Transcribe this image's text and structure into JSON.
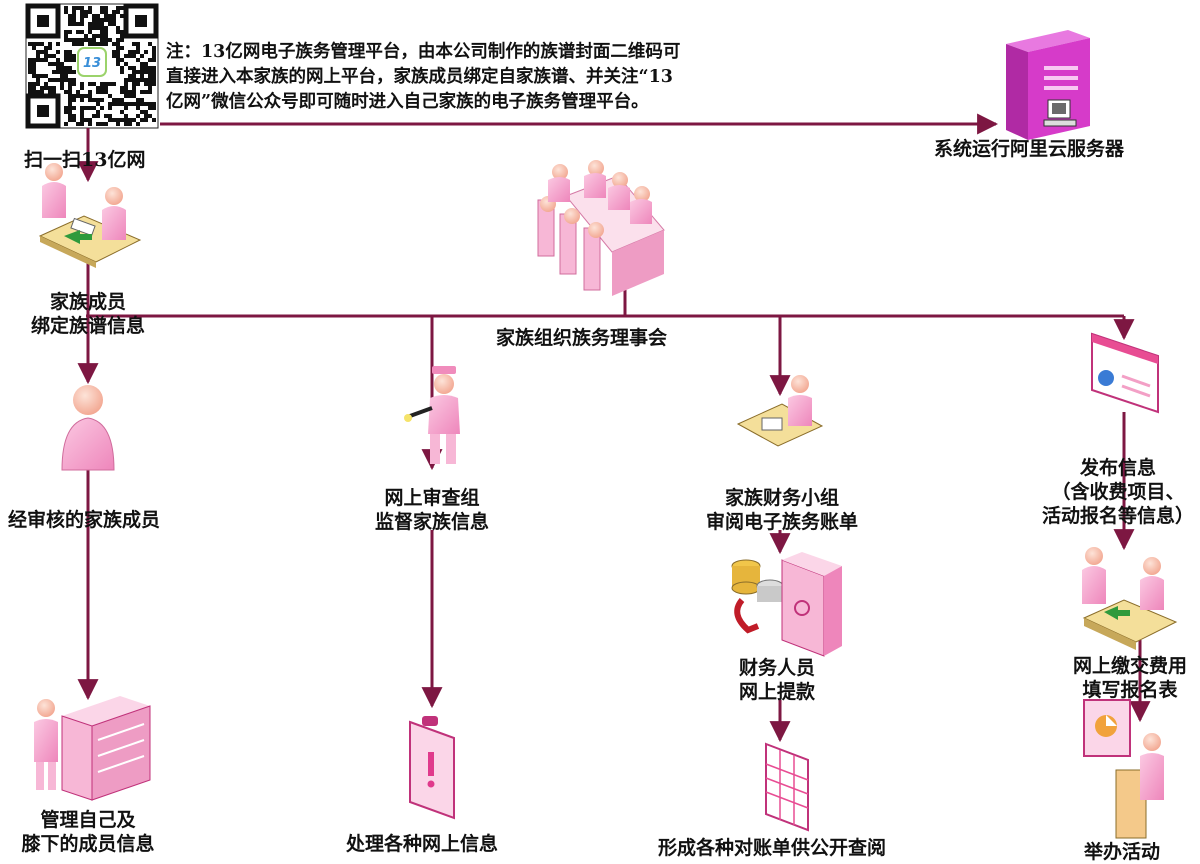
{
  "colors": {
    "connector": "#7d1742",
    "figure": "#f6a9cf",
    "figure_dark": "#c0327a",
    "server": "#d63bc9",
    "table_top": "#f4df9a"
  },
  "qr": {
    "badge_text": "13"
  },
  "note": {
    "lines": [
      "注：13亿网电子族务管理平台，由本公司制作的族谱封面二维码可",
      "直接进入本家族的网上平台，家族成员绑定自家族谱、并关注“13",
      "亿网”微信公众号即可随时进入自己家族的电子族务管理平台。"
    ]
  },
  "nodes": {
    "scan": "扫一扫13亿网",
    "server": "系统运行阿里云服务器",
    "bind_line1": "家族成员",
    "bind_line2": "绑定族谱信息",
    "council": "家族组织族务理事会",
    "member": "经审核的家族成员",
    "review_line1": "网上审查组",
    "review_line2": "监督家族信息",
    "finance_line1": "家族财务小组",
    "finance_line2": "审阅电子族务账单",
    "publish_line1": "发布信息",
    "publish_line2": "（含收费项目、",
    "publish_line3": "活动报名等信息）",
    "withdraw_line1": "财务人员",
    "withdraw_line2": "网上提款",
    "pay_line1": "网上缴交费用",
    "pay_line2": "填写报名表",
    "manage_line1": "管理自己及",
    "manage_line2": "膝下的成员信息",
    "handle": "处理各种网上信息",
    "ledger": "形成各种对账单供公开查阅",
    "event": "举办活动"
  }
}
